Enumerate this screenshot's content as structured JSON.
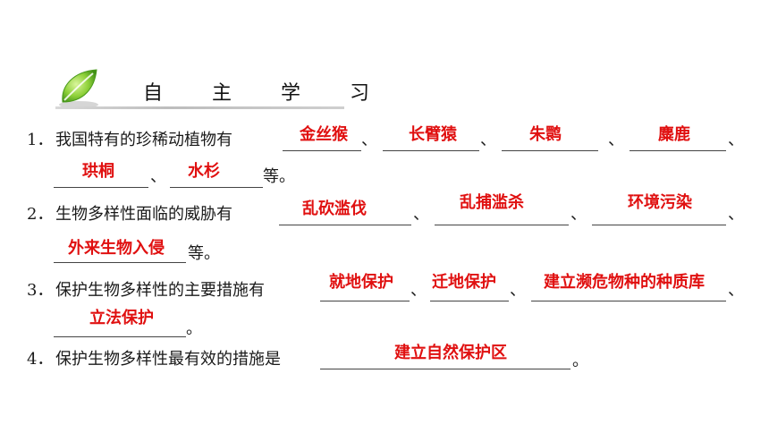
{
  "colors": {
    "answer": "#e01010",
    "leaf": "#6fbf2a"
  },
  "header": {
    "icon": "leaf-icon",
    "title": "自 主 学 习"
  },
  "q1": {
    "number": "1．",
    "text": "我国特有的珍稀动植物有",
    "sep": "、",
    "end": "等。",
    "answers": [
      "金丝猴",
      "长臂猿",
      "朱鹮",
      "麋鹿",
      "珙桐",
      "水杉"
    ]
  },
  "q2": {
    "number": "2．",
    "text": "生物多样性面临的威胁有",
    "sep": "、",
    "end": "等。",
    "answers": [
      "乱砍滥伐",
      "乱捕滥杀",
      "环境污染",
      "外来生物入侵"
    ]
  },
  "q3": {
    "number": "3．",
    "text": "保护生物多样性的主要措施有",
    "sep": "、",
    "end": "。",
    "answers": [
      "就地保护",
      "迁地保护",
      "建立濒危物种的种质库",
      "立法保护"
    ]
  },
  "q4": {
    "number": "4．",
    "text": "保护生物多样性最有效的措施是",
    "end": "。",
    "answers": [
      "建立自然保护区"
    ]
  }
}
